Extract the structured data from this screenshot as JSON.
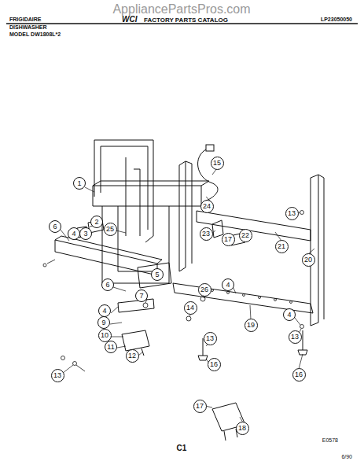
{
  "diagram": {
    "nodes": [
      {
        "text": [
          "1"
        ]
      },
      {
        "text": [
          "2"
        ]
      },
      {
        "text": [
          "25"
        ]
      },
      {
        "text": [
          "3"
        ]
      },
      {
        "text": [
          "4"
        ]
      },
      {
        "text": [
          "6"
        ]
      },
      {
        "text": [
          "5"
        ]
      },
      {
        "text": [
          "6"
        ]
      },
      {
        "text": [
          "7"
        ]
      },
      {
        "text": [
          "4"
        ]
      },
      {
        "text": [
          "9"
        ]
      },
      {
        "text": [
          "10"
        ]
      },
      {
        "text": [
          "11"
        ]
      },
      {
        "text": [
          "12"
        ]
      },
      {
        "text": [
          "13"
        ]
      },
      {
        "text": [
          "15"
        ]
      },
      {
        "text": [
          "24"
        ]
      },
      {
        "text": [
          "23"
        ]
      },
      {
        "text": [
          "17"
        ]
      },
      {
        "text": [
          "22"
        ]
      },
      {
        "text": [
          "13"
        ]
      },
      {
        "text": [
          "21"
        ]
      },
      {
        "text": [
          "20"
        ]
      },
      {
        "text": [
          "4"
        ]
      },
      {
        "text": [
          "26"
        ]
      },
      {
        "text": [
          "14"
        ]
      },
      {
        "text": [
          "19"
        ]
      },
      {
        "text": [
          "13"
        ]
      },
      {
        "text": [
          "4"
        ]
      },
      {
        "text": [
          "13"
        ]
      },
      {
        "text": [
          "16"
        ]
      },
      {
        "text": [
          "16"
        ]
      },
      {
        "text": [
          "17"
        ]
      },
      {
        "text": [
          "18"
        ]
      }
    ],
    "labels": [
      "AppliancePartsPros.com",
      "FRIGIDAIRE",
      "DISHWASHER",
      "WCI",
      "FACTORY PARTS CATALOG",
      "LP23050050",
      "MODEL DW1808L*2",
      "E0578",
      "C1",
      "6/90"
    ]
  }
}
